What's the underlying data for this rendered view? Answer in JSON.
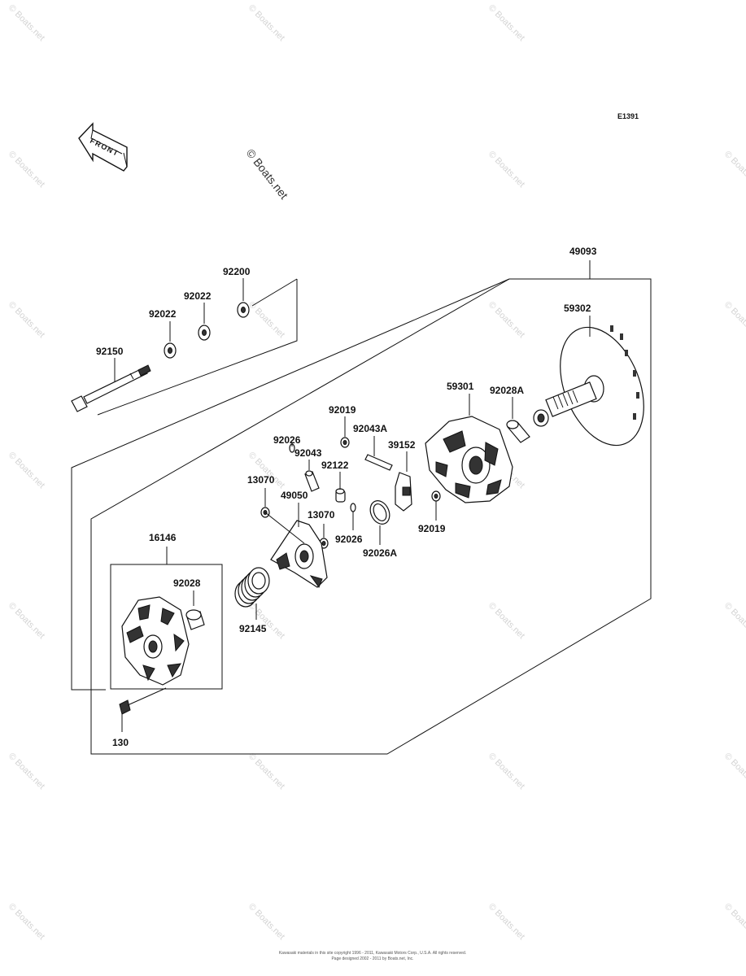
{
  "diagram_code": "E1391",
  "front_label": "FRONT",
  "watermark": "© Boats.net",
  "footer": {
    "line1": "Kawasaki materials in this site copyright 1996 - 2011, Kawasaki Motors Corp., U.S.A. All rights reserved.",
    "line2": "Page designed 2002 - 2011 by Boats.net, Inc."
  },
  "parts": {
    "p49093": "49093",
    "p59302": "59302",
    "p59301": "59301",
    "p92028A": "92028A",
    "p92200": "92200",
    "p92022a": "92022",
    "p92022b": "92022",
    "p92150": "92150",
    "p92019a": "92019",
    "p92043A": "92043A",
    "p39152": "39152",
    "p92026a": "92026",
    "p92043": "92043",
    "p92122": "92122",
    "p13070a": "13070",
    "p49050": "49050",
    "p13070b": "13070",
    "p92026b": "92026",
    "p92026A": "92026A",
    "p92019b": "92019",
    "p16146": "16146",
    "p92028": "92028",
    "p92145": "92145",
    "p130": "130"
  }
}
